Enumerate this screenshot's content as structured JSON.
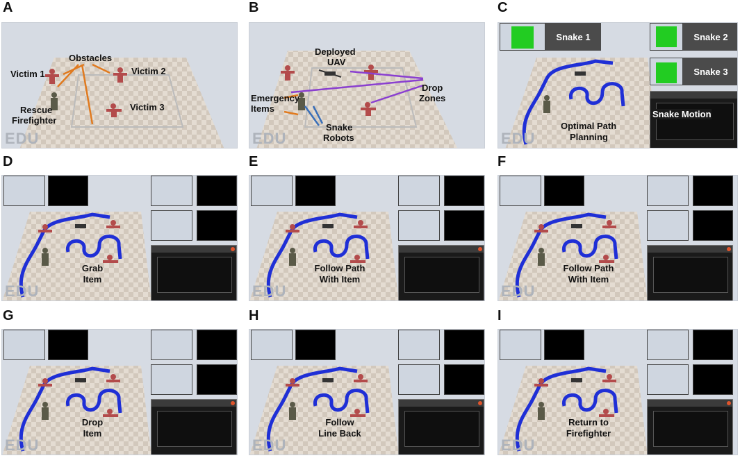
{
  "panels": [
    {
      "letter": "A",
      "labels": {
        "obstacles": "Obstacles",
        "victim1": "Victim 1",
        "victim2": "Victim 2",
        "victim3": "Victim 3",
        "rescue": "Rescue",
        "firefighter": "Firefighter"
      }
    },
    {
      "letter": "B",
      "labels": {
        "deployed": "Deployed",
        "uav": "UAV",
        "drop": "Drop",
        "zones": "Zones",
        "emergency": "Emergency",
        "items": "Items",
        "snake": "Snake",
        "robots": "Robots"
      }
    },
    {
      "letter": "C",
      "labels": {
        "snake1": "Snake 1",
        "snake2": "Snake 2",
        "snake3": "Snake 3",
        "snake_motion": "Snake Motion",
        "optimal": "Optimal Path",
        "planning": "Planning"
      }
    },
    {
      "letter": "D",
      "caption": [
        "Grab",
        "Item"
      ]
    },
    {
      "letter": "E",
      "caption": [
        "Follow Path",
        "With Item"
      ]
    },
    {
      "letter": "F",
      "caption": [
        "Follow Path",
        "With Item"
      ]
    },
    {
      "letter": "G",
      "caption": [
        "Drop",
        "Item"
      ]
    },
    {
      "letter": "H",
      "caption": [
        "Follow",
        "Line Back"
      ]
    },
    {
      "letter": "I",
      "caption": [
        "Return to",
        "Firefighter"
      ]
    }
  ],
  "watermark": "EDU",
  "colors": {
    "path": "#1f2fd6",
    "arrow_orange": "#e07a1f",
    "arrow_purple": "#8a3fd0",
    "arrow_blue": "#3a6fb8",
    "cam_green": "#22cc22",
    "cam_blue": "#1010cc"
  }
}
